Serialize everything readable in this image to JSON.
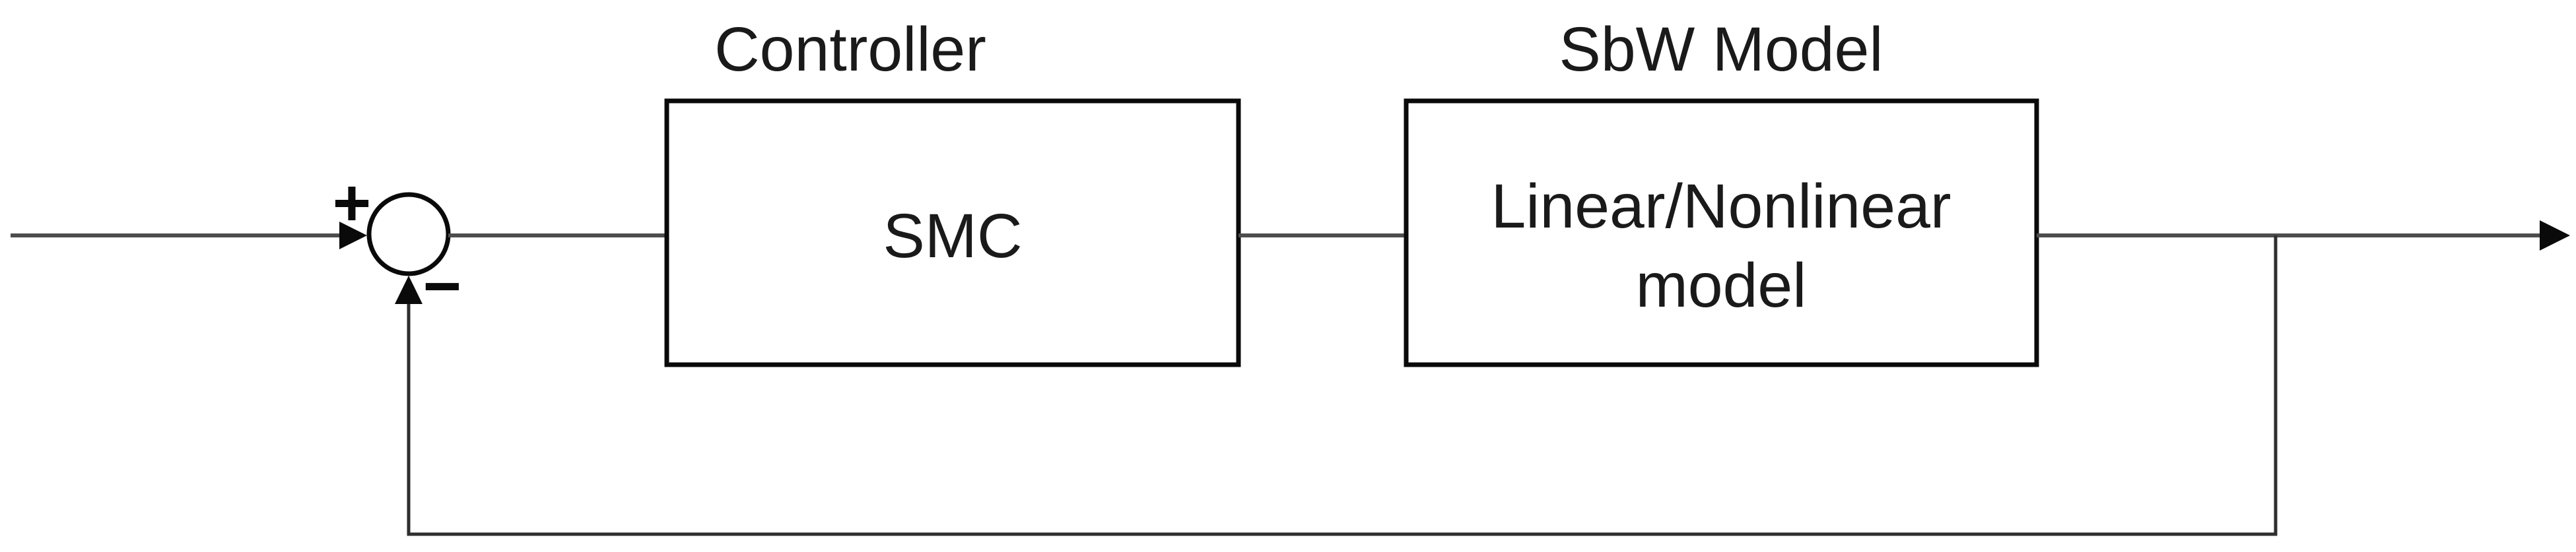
{
  "diagram": {
    "type": "control-system-block-diagram",
    "summing_junction": {
      "plus_sign": "+",
      "minus_sign": "−"
    },
    "controller_block": {
      "title": "Controller",
      "label": "SMC"
    },
    "plant_block": {
      "title": "SbW Model",
      "label_line1": "Linear/Nonlinear",
      "label_line2": "model"
    },
    "colors": {
      "background": "#ffffff",
      "wire": "#4d4d4d",
      "shape_stroke": "#0a0a0a",
      "text": "#1a1a1a"
    }
  }
}
